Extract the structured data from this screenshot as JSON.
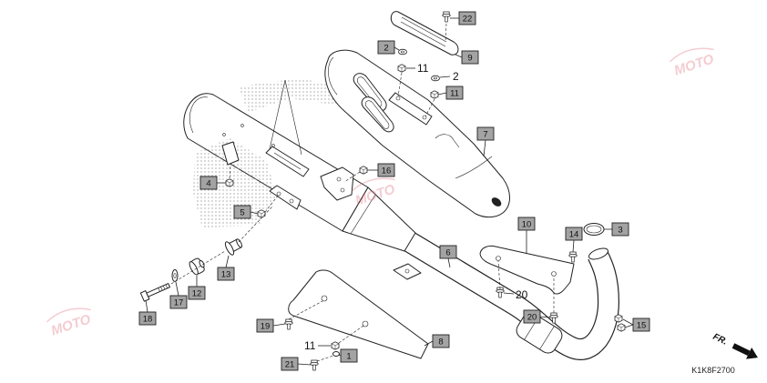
{
  "colors": {
    "callout_box": "#a3a3a3",
    "line": "#222222",
    "watermark": "#e2707e"
  },
  "diagram": {
    "callouts": [
      "22",
      "2",
      "9",
      "11",
      "7",
      "16",
      "4",
      "5",
      "10",
      "3",
      "14",
      "6",
      "13",
      "12",
      "17",
      "18",
      "20",
      "15",
      "19",
      "8",
      "1",
      "21"
    ],
    "plain_labels": [
      "11",
      "2",
      "20",
      "11"
    ],
    "direction_marker": "FR.",
    "drawing_code": "K1K8F2700",
    "watermark": "MOTO"
  }
}
